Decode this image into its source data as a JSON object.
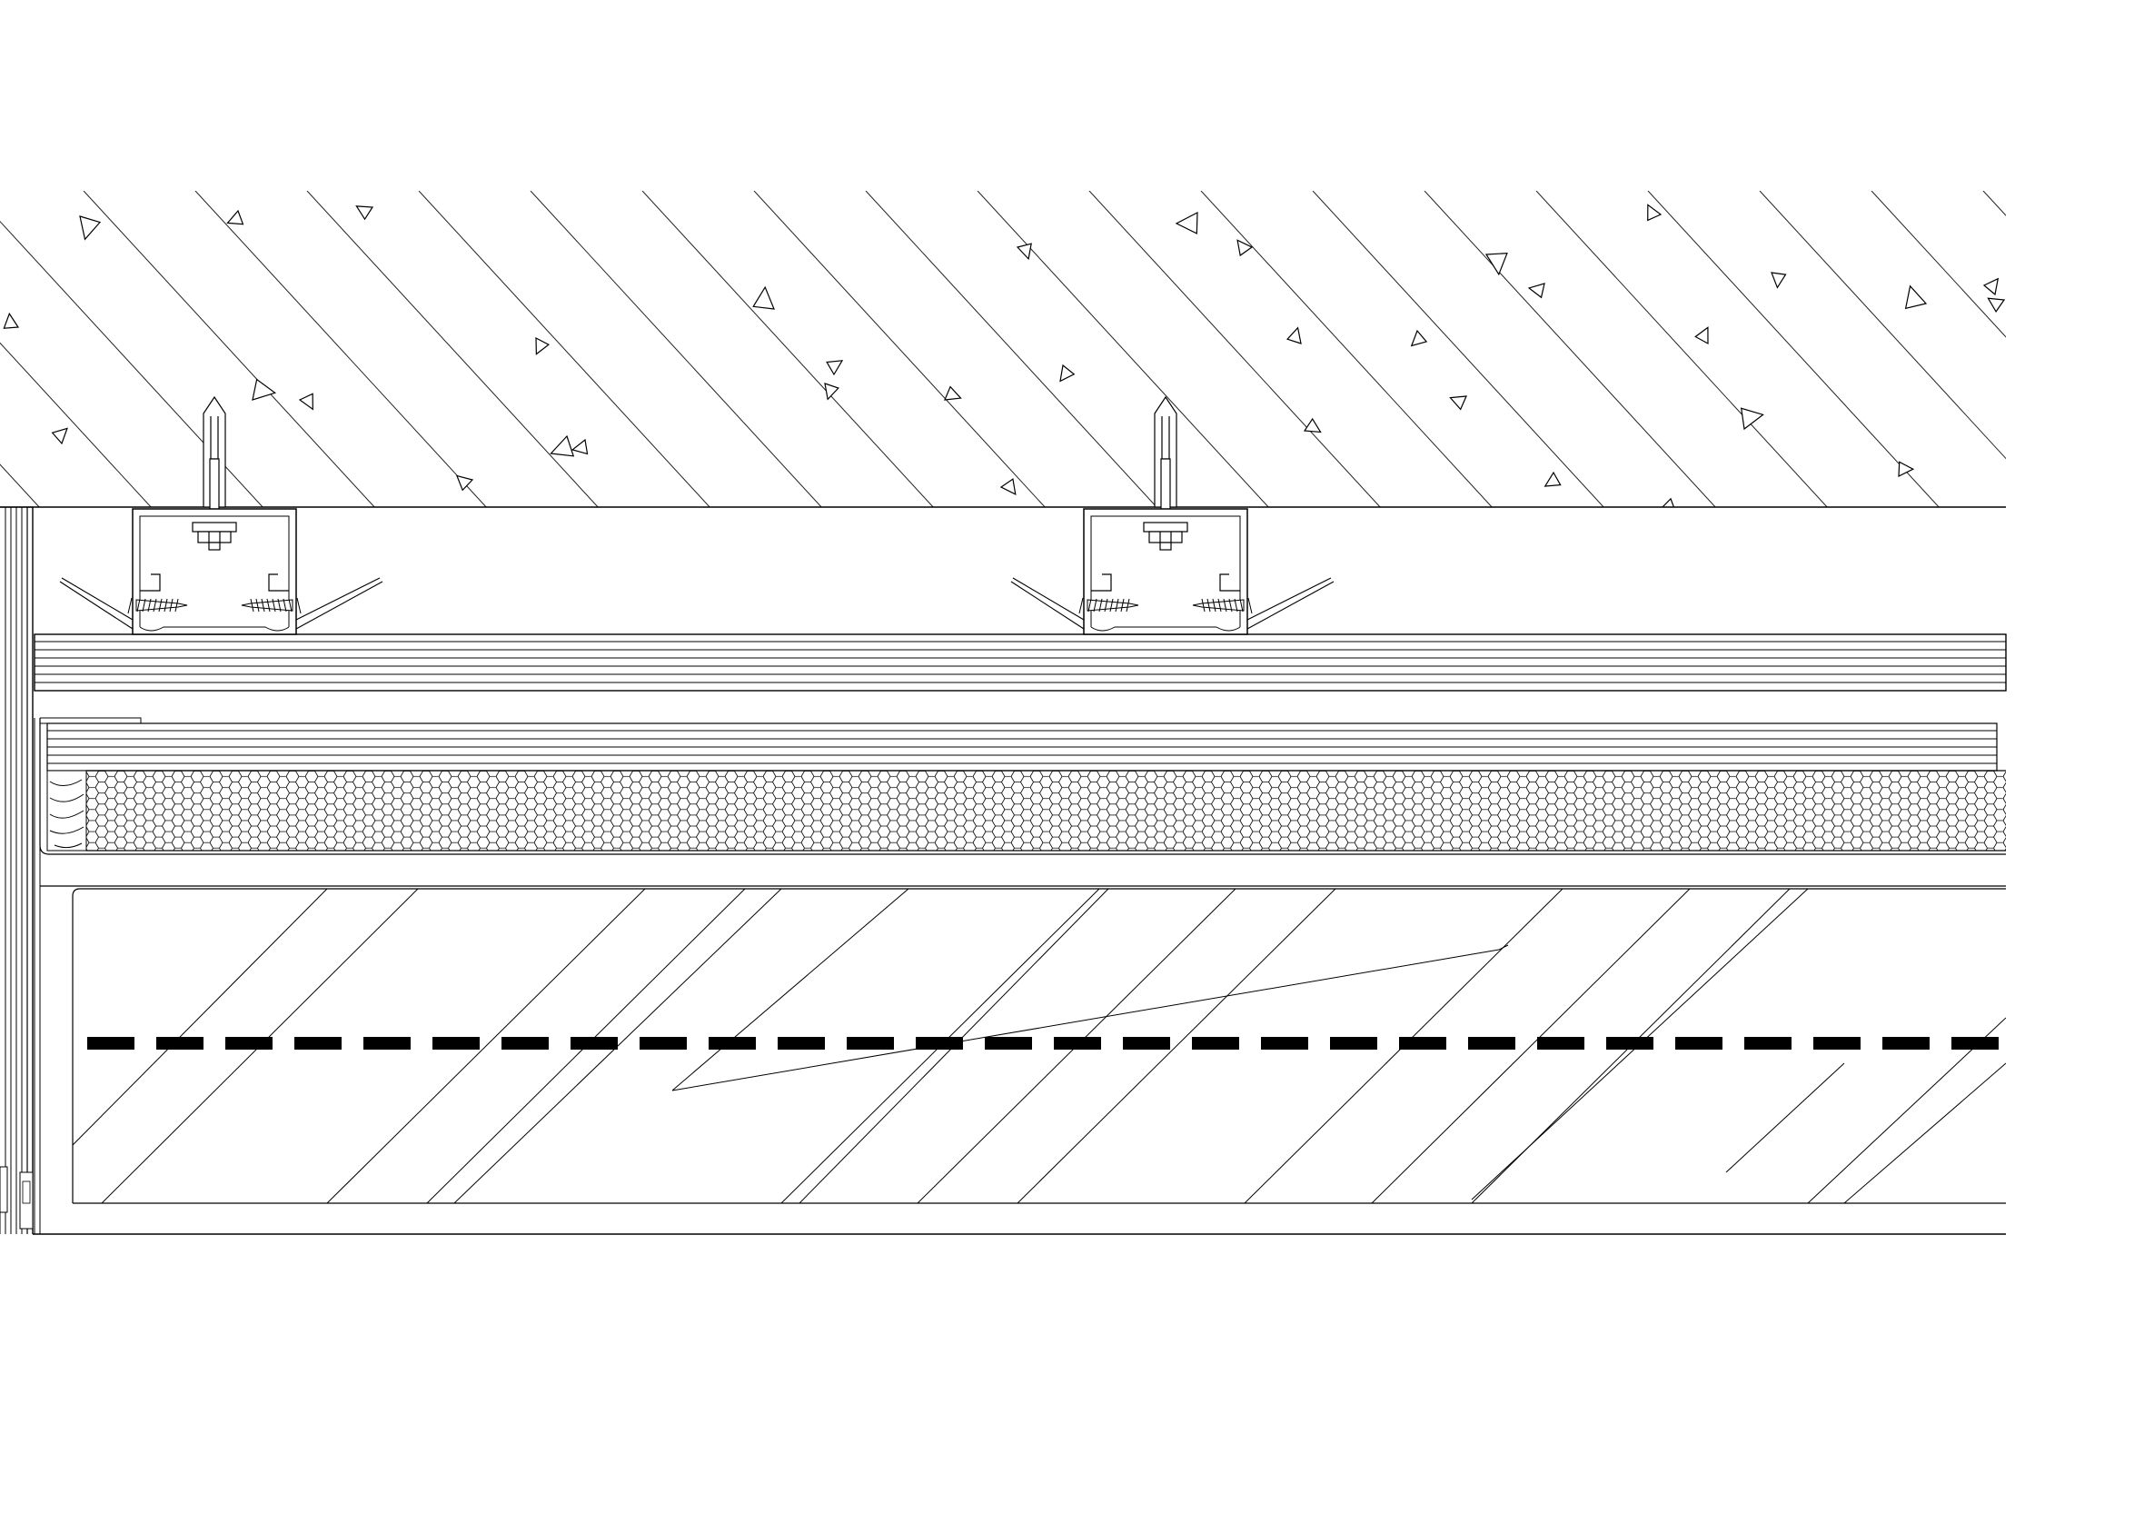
{
  "drawing": {
    "kind": "section-detail",
    "view": "construction-section",
    "colors": {
      "line": "#000000",
      "background": "#ffffff",
      "hatch": "#222222"
    },
    "layers": [
      {
        "name": "concrete-slab",
        "hatch": "diagonal-with-aggregate"
      },
      {
        "name": "ceiling-void",
        "hatch": "none"
      },
      {
        "name": "layered-board",
        "hatch": "horizontal-laminations"
      },
      {
        "name": "plywood-layer",
        "hatch": "horizontal-laminations"
      },
      {
        "name": "honeycomb-core",
        "hatch": "hexagon"
      },
      {
        "name": "glass-panel",
        "hatch": "glass-diagonal-reflection"
      },
      {
        "name": "led-line",
        "hatch": "dashed"
      }
    ],
    "brackets": [
      {
        "name": "hanger-bracket-left"
      },
      {
        "name": "hanger-bracket-right"
      }
    ],
    "icons": [
      "anchor-bolt-icon",
      "screw-icon",
      "hex-nut-icon",
      "timber-block-icon",
      "wall-frame-icon"
    ]
  }
}
